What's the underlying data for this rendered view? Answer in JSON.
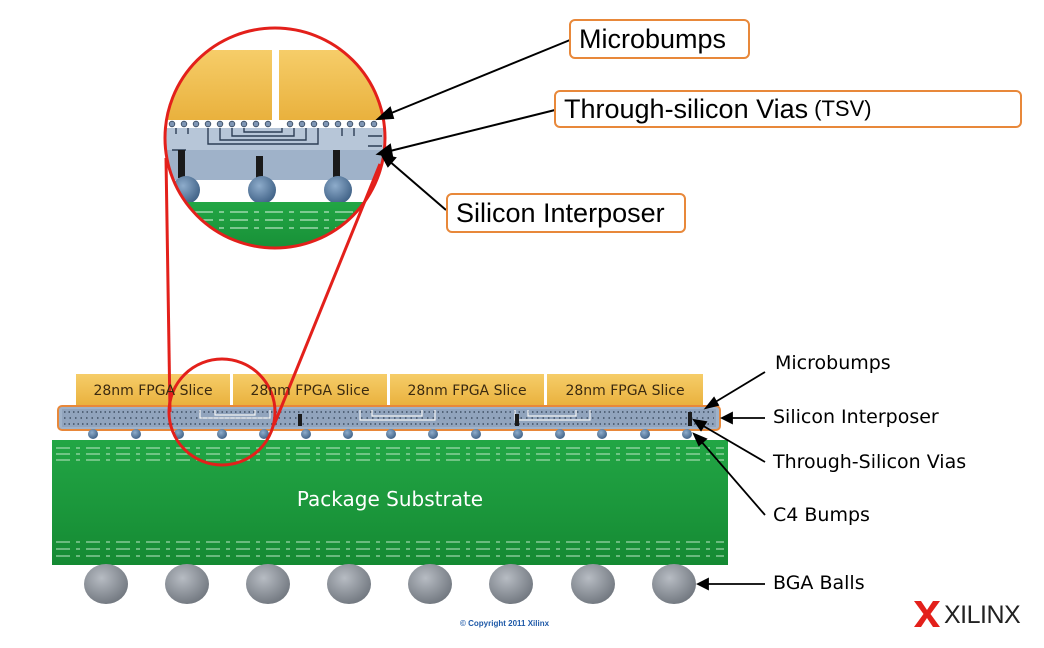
{
  "callouts": {
    "microbumps": "Microbumps",
    "tsv_main": "Through-silicon Vias",
    "tsv_abbr": "(TSV)",
    "interposer": "Silicon Interposer"
  },
  "slices": [
    "28nm FPGA Slice",
    "28nm FPGA Slice",
    "28nm FPGA Slice",
    "28nm FPGA Slice"
  ],
  "substrate_label": "Package Substrate",
  "side_labels": {
    "microbumps": "Microbumps",
    "interposer": "Silicon Interposer",
    "tsv": "Through-Silicon Vias",
    "c4": "C4 Bumps",
    "bga": "BGA Balls"
  },
  "copyright": "© Copyright 2011 Xilinx",
  "logo": {
    "text": "XILINX",
    "icon": "xilinx-x-icon"
  },
  "colors": {
    "die": "#f2be4b",
    "interposer": "#8fa6c2",
    "substrate": "#1d9a3c",
    "bump": "#4c6f93",
    "ball": "#8a9098",
    "magnifier": "#e3201b",
    "callout_border": "#e8883a"
  }
}
